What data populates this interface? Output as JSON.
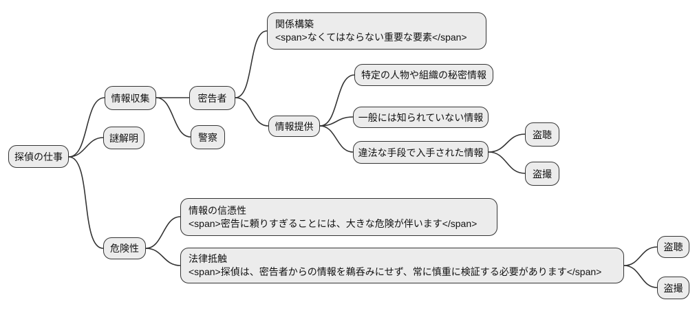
{
  "diagram": {
    "type": "mindmap",
    "colors": {
      "background": "#ffffff",
      "node_fill": "#ececec",
      "node_border": "#333333",
      "edge": "#333333",
      "text": "#111111"
    },
    "nodes": {
      "root": {
        "label": "探偵の仕事"
      },
      "joho_shushu": {
        "label": "情報収集"
      },
      "nazo_kaimei": {
        "label": "謎解明"
      },
      "kikensei": {
        "label": "危険性"
      },
      "mikkokusha": {
        "label": "密告者"
      },
      "keisatsu": {
        "label": "警察"
      },
      "kankei_kochiku": {
        "title": "関係構築",
        "subtitle": "<span>なくてはならない重要な要素</span>"
      },
      "joho_teikyo": {
        "label": "情報提供"
      },
      "tokutei_joho": {
        "label": "特定の人物や組織の秘密情報"
      },
      "ippan_joho": {
        "label": "一般には知られていない情報"
      },
      "iho_joho": {
        "label": "違法な手段で入手された情報"
      },
      "tocho_top": {
        "label": "盗聴"
      },
      "tosatsu_top": {
        "label": "盗撮"
      },
      "joho_shinpyosei": {
        "title": "情報の信憑性",
        "subtitle": "<span>密告に頼りすぎることには、大きな危険が伴います</span>"
      },
      "horitsu_teishoku": {
        "title": "法律抵触",
        "subtitle": "<span>探偵は、密告者からの情報を鵜呑みにせず、常に慎重に検証する必要があります</span>"
      },
      "tocho_bottom": {
        "label": "盗聴"
      },
      "tosatsu_bottom": {
        "label": "盗撮"
      }
    }
  }
}
